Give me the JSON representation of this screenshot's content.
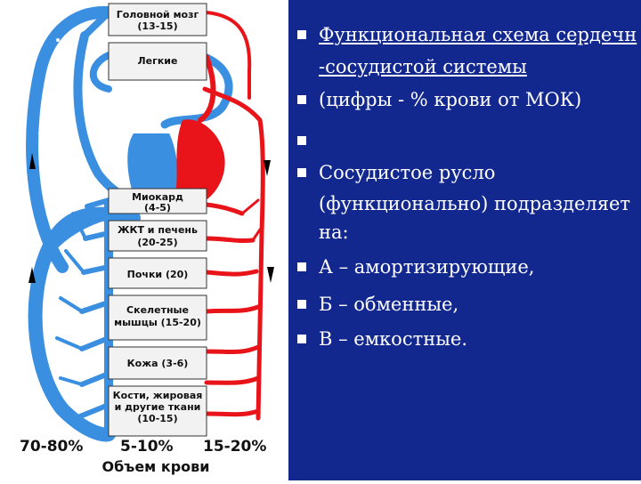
{
  "diagram": {
    "organs": [
      {
        "name": "Головной мозг",
        "value": "(13-15)"
      },
      {
        "name": "Легкие",
        "value": ""
      },
      {
        "name": "Миокард",
        "value": "(4-5)"
      },
      {
        "name": "ЖКТ и печень",
        "value": "(20-25)"
      },
      {
        "name": "Почки (20)",
        "value": ""
      },
      {
        "name": "Скелетные",
        "value": "мышцы (15-20)"
      },
      {
        "name": "Кожа (3-6)",
        "value": ""
      },
      {
        "name": "Кости, жировая",
        "value": "и другие ткани",
        "extra": "(10-15)"
      }
    ],
    "percent_left": "70-80%",
    "percent_mid": "5-10%",
    "percent_right": "15-20%",
    "footer": "Объем крови",
    "colors": {
      "venous": "#3a8fe0",
      "arterial": "#e8141a",
      "background": "#ffffff"
    }
  },
  "slide": {
    "background": "#13288f",
    "bullets": [
      {
        "line1": "Функциональная схема сердечн",
        "line2": "-сосудистой системы"
      },
      {
        "line1": " (цифры - % крови от МОК)"
      },
      {
        "line1": ""
      },
      {
        "line1": "Сосудистое русло",
        "line2": "(функционально) подразделяет",
        "line3": "на:"
      },
      {
        "line1": "А – амортизирующие,"
      },
      {
        "line1": "Б – обменные,"
      },
      {
        "line1": "В – емкостные."
      }
    ]
  }
}
